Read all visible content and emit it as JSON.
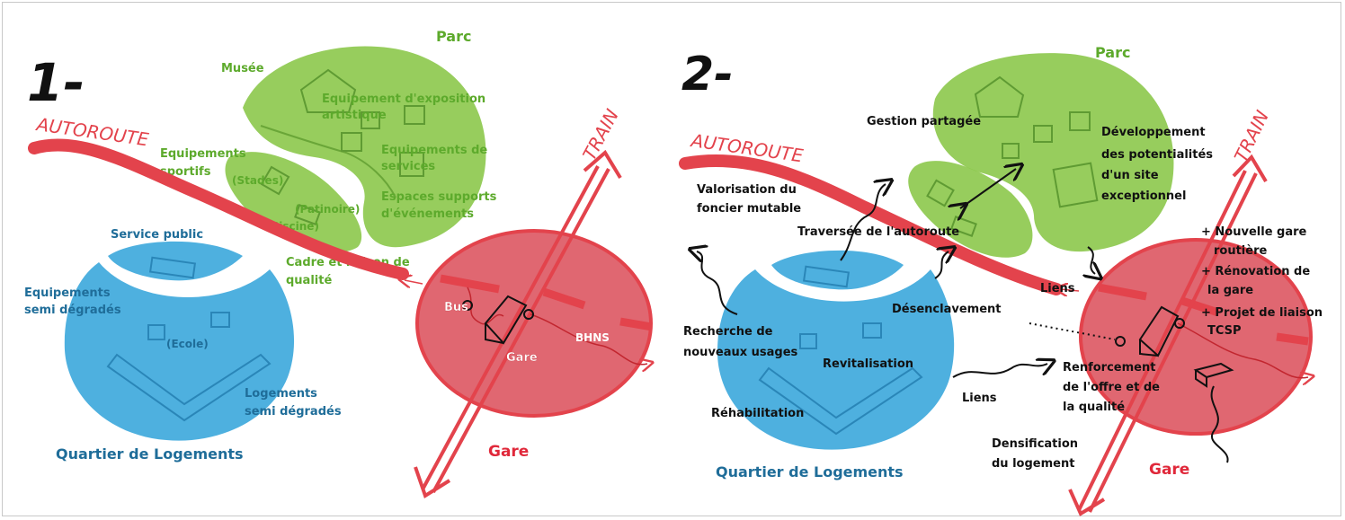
{
  "colors": {
    "park": "#7dc242",
    "park_text": "#5daa2c",
    "housing": "#3fa9dc",
    "housing_text": "#1f6d99",
    "station": "#e3434c",
    "station_text": "#e0283a",
    "ink": "#111111"
  },
  "panel1": {
    "number": "1-",
    "park_title": "Parc",
    "park_labels": {
      "musee": "Musée",
      "expo1": "Equipement d'exposition",
      "expo2": "artistique",
      "services1": "Equipements de",
      "services2": "services",
      "espaces1": "Espaces supports",
      "espaces2": "d'événements",
      "sportifs1": "Equipements",
      "sportifs2": "sportifs",
      "stades": "(Stades)",
      "patinoire": "(Patinoire)",
      "piscine": "(Piscine)",
      "cadre1": "Cadre et liaison de",
      "cadre2": "qualité"
    },
    "autoroute": "AUTOROUTE",
    "train": "TRAIN",
    "housing_labels": {
      "service_public": "Service public",
      "equip1": "Equipements",
      "equip2": "semi dégradés",
      "ecole": "(Ecole)",
      "logements1": "Logements",
      "logements2": "semi dégradés",
      "quartier": "Quartier de Logements"
    },
    "station_labels": {
      "bus": "Bus",
      "bhns": "BHNS",
      "gare": "Gare",
      "gare_title": "Gare"
    }
  },
  "panel2": {
    "number": "2-",
    "park_title": "Parc",
    "autoroute": "AUTOROUTE",
    "train": "TRAIN",
    "labels": {
      "gestion": "Gestion partagée",
      "dev1": "Développement",
      "dev2": "des potentialités",
      "dev3": "d'un site",
      "dev4": "exceptionnel",
      "valo1": "Valorisation du",
      "valo2": "foncier mutable",
      "traversee": "Traversée de l'autoroute",
      "liens_top": "Liens",
      "desenclavement": "Désenclavement",
      "recherche1": "Recherche de",
      "recherche2": "nouveaux usages",
      "revitalisation": "Revitalisation",
      "liens_mid": "Liens",
      "rehabilitation": "Réhabilitation",
      "quartier": "Quartier de Logements",
      "nouvelle1": "+ Nouvelle gare",
      "nouvelle2": "routière",
      "renovation1": "+ Rénovation de",
      "renovation2": "la gare",
      "projet1": "+ Projet de liaison",
      "projet2": "TCSP",
      "renforcement1": "Renforcement",
      "renforcement2": "de l'offre et de",
      "renforcement3": "la qualité",
      "densification1": "Densification",
      "densification2": "du logement",
      "gare": "Gare"
    }
  }
}
